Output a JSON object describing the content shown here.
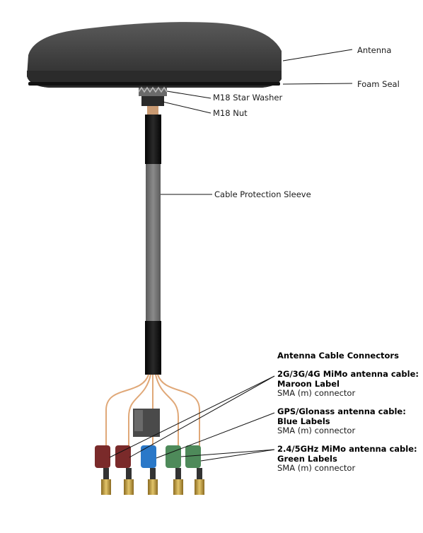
{
  "callouts": {
    "antenna": "Antenna",
    "foam_seal": "Foam Seal",
    "star_washer": "M18 Star Washer",
    "nut": "M18 Nut",
    "sleeve": "Cable Protection Sleeve"
  },
  "connectors": {
    "heading": "Antenna Cable Connectors",
    "groups": [
      {
        "title_line1": "2G/3G/4G MiMo antenna cable:",
        "title_line2": "Maroon Label",
        "connector": "SMA (m) connector",
        "color": "#7a2a2a"
      },
      {
        "title_line1": "GPS/Glonass antenna cable:",
        "title_line2": "Blue Labels",
        "connector": "SMA (m) connector",
        "color": "#2a78c8"
      },
      {
        "title_line1": "2.4/5GHz MiMo antenna cable:",
        "title_line2": "Green Labels",
        "connector": "SMA (m) connector",
        "color": "#4e8a5a"
      }
    ]
  },
  "colors": {
    "antenna_body": "#3a3a3a",
    "sleeve": "#707070",
    "heatshrink": "#111111",
    "cable": "#e0a878",
    "connector_gold": "#c9a24a"
  }
}
